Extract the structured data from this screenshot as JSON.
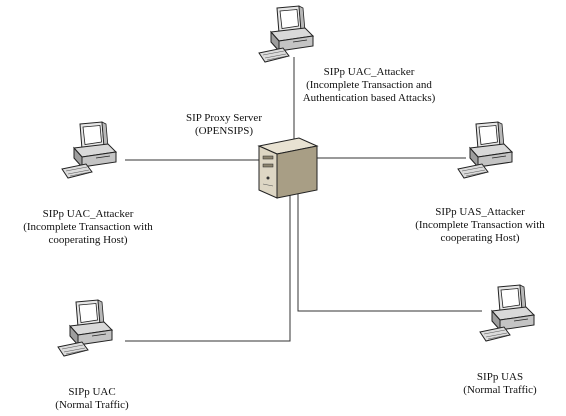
{
  "diagram": {
    "colors": {
      "line": "#333333",
      "stroke": "#222222",
      "server_face": "#ddd6c4",
      "server_side": "#a89e85",
      "monitor": "#e6e6e6",
      "screen": "#ffffff"
    },
    "server": {
      "icon": "server-icon",
      "lines": [
        "SIP Proxy Server",
        "(OPENSIPS)"
      ]
    },
    "nodes": [
      {
        "id": "uac-attacker-top",
        "icon": "workstation-icon",
        "lines": [
          "SIPp UAC_Attacker",
          "(Incomplete Transaction and",
          "Authentication based Attacks)"
        ]
      },
      {
        "id": "uac-attacker-left",
        "icon": "workstation-icon",
        "lines": [
          "SIPp UAC_Attacker",
          "(Incomplete Transaction with",
          "cooperating Host)"
        ]
      },
      {
        "id": "uas-attacker-right",
        "icon": "workstation-icon",
        "lines": [
          "SIPp UAS_Attacker",
          "(Incomplete Transaction with",
          "cooperating Host)"
        ]
      },
      {
        "id": "uac-normal",
        "icon": "workstation-icon",
        "lines": [
          "SIPp UAC",
          "(Normal Traffic)"
        ]
      },
      {
        "id": "uas-normal",
        "icon": "workstation-icon",
        "lines": [
          "SIPp UAS",
          "(Normal Traffic)"
        ]
      }
    ]
  }
}
